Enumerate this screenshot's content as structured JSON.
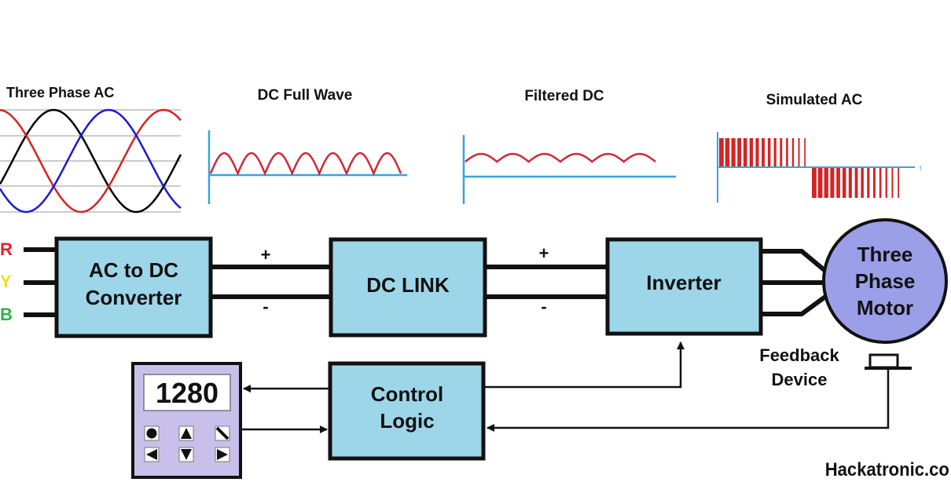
{
  "waveforms": {
    "three_phase": {
      "title": "Three Phase AC",
      "colors": {
        "phase_a": "#000000",
        "phase_b": "#d42424",
        "phase_c": "#1a1ad0"
      }
    },
    "full_wave": {
      "title": "DC Full Wave",
      "humps": 7,
      "color": "#cc2b36"
    },
    "filtered": {
      "title": "Filtered DC",
      "humps": 6,
      "color": "#cc2b36"
    },
    "simulated": {
      "title": "Simulated AC",
      "positive_pulses": 15,
      "negative_pulses": 15,
      "axis_label": "t",
      "color": "#d42424"
    },
    "axis_color": "#3aa3dc"
  },
  "inputs": {
    "phases": [
      {
        "label": "R",
        "color": "#e8202a"
      },
      {
        "label": "Y",
        "color": "#f0e020"
      },
      {
        "label": "B",
        "color": "#2db34a"
      }
    ]
  },
  "blocks": {
    "converter": {
      "line1": "AC to DC",
      "line2": "Converter"
    },
    "dc_link": {
      "label": "DC LINK"
    },
    "inverter": {
      "label": "Inverter"
    },
    "control": {
      "line1": "Control",
      "line2": "Logic"
    },
    "motor": {
      "line1": "Three",
      "line2": "Phase",
      "line3": "Motor"
    },
    "fill": "#9dd6e8",
    "motor_fill": "#9b9fe8"
  },
  "bus": {
    "plus": "+",
    "minus": "-"
  },
  "feedback": {
    "line1": "Feedback",
    "line2": "Device"
  },
  "keypad": {
    "display": "1280",
    "fill": "#c8c0ea",
    "buttons": [
      "record-button",
      "up-button",
      "edit-button",
      "left-button",
      "down-button",
      "right-button"
    ]
  },
  "watermark": "Hackatronic.co"
}
